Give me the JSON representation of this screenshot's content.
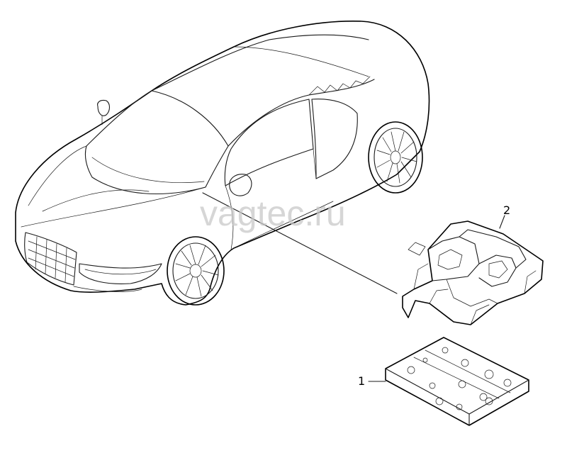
{
  "watermark": "vagtec.ru",
  "callouts": [
    {
      "number": "1",
      "part": "mat"
    },
    {
      "number": "2",
      "part": "tray"
    }
  ],
  "colors": {
    "line": "#1a1a1a",
    "background": "#ffffff",
    "watermark": "#c9c9c9"
  }
}
